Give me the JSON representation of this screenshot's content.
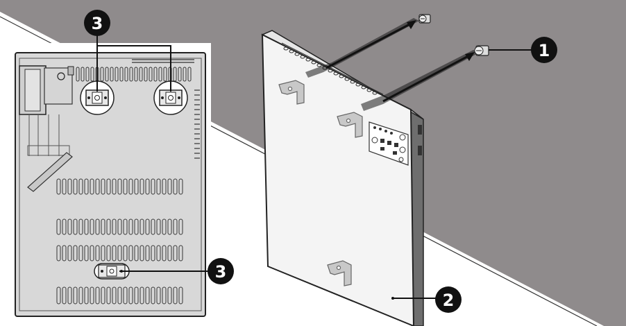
{
  "callouts": {
    "screw": "1",
    "heater_panel": "2",
    "bracket_top": "3",
    "bracket_bottom": "3"
  },
  "colors": {
    "wall": "#8f8b8c",
    "floor": "#ffffff",
    "panel_back": "#d8d8d8",
    "panel_front": "#f4f4f4",
    "outline": "#222222",
    "callout_fill": "#111111"
  }
}
